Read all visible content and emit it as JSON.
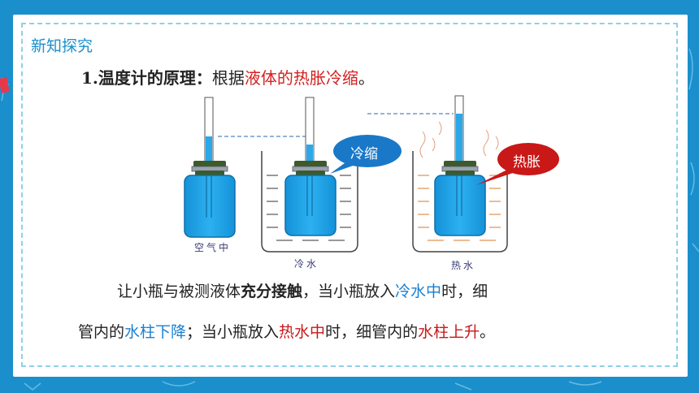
{
  "section_tag": "新知探究",
  "heading": {
    "label": "1.温度计的原理：",
    "prefix": "根据",
    "highlight": "液体的热胀冷缩",
    "suffix": "。"
  },
  "diagram": {
    "captions": {
      "air": "空气中",
      "cold": "冷水",
      "hot": "热水"
    },
    "bubbles": {
      "cold": "冷缩",
      "hot": "热胀"
    }
  },
  "paragraph": {
    "line1": {
      "part1": "让小瓶与被测液体",
      "part2": "充分接触",
      "part3": "，当小瓶放入",
      "part4": "冷水中",
      "part5": "时，细"
    },
    "line2": {
      "part1": "管内的",
      "part2": "水柱下降",
      "part3": "；当小瓶放入",
      "part4": "热水中",
      "part5": "时，细管内的",
      "part6": "水柱上升",
      "part7": "。"
    }
  },
  "colors": {
    "background": "#1a8fcc",
    "bottle": "#1aa3e8",
    "highlight_red": "#c81818",
    "highlight_blue": "#1a7fd0",
    "bubble_blue": "#1a78c8",
    "bubble_red": "#c81818"
  }
}
